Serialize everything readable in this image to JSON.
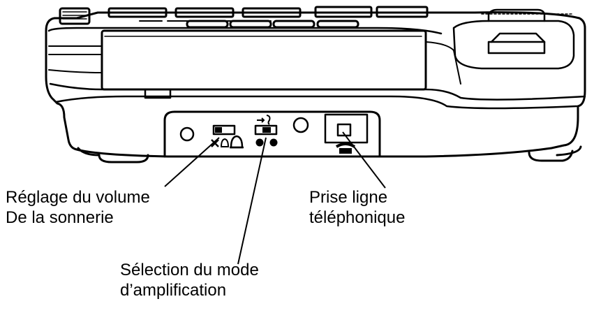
{
  "callouts": {
    "ringer_volume": {
      "line1": "Réglage du volume",
      "line2": "De la sonnerie"
    },
    "phone_line": {
      "line1": "Prise ligne",
      "line2": "téléphonique"
    },
    "amplification_mode": {
      "line1": "Sélection du mode",
      "line2": "d’amplification"
    }
  },
  "icons": [
    "ringer-low-icon",
    "ringer-high-icon",
    "amplification-icon",
    "telephone-icon"
  ],
  "colors": {
    "line": "#000000",
    "background": "#ffffff"
  }
}
